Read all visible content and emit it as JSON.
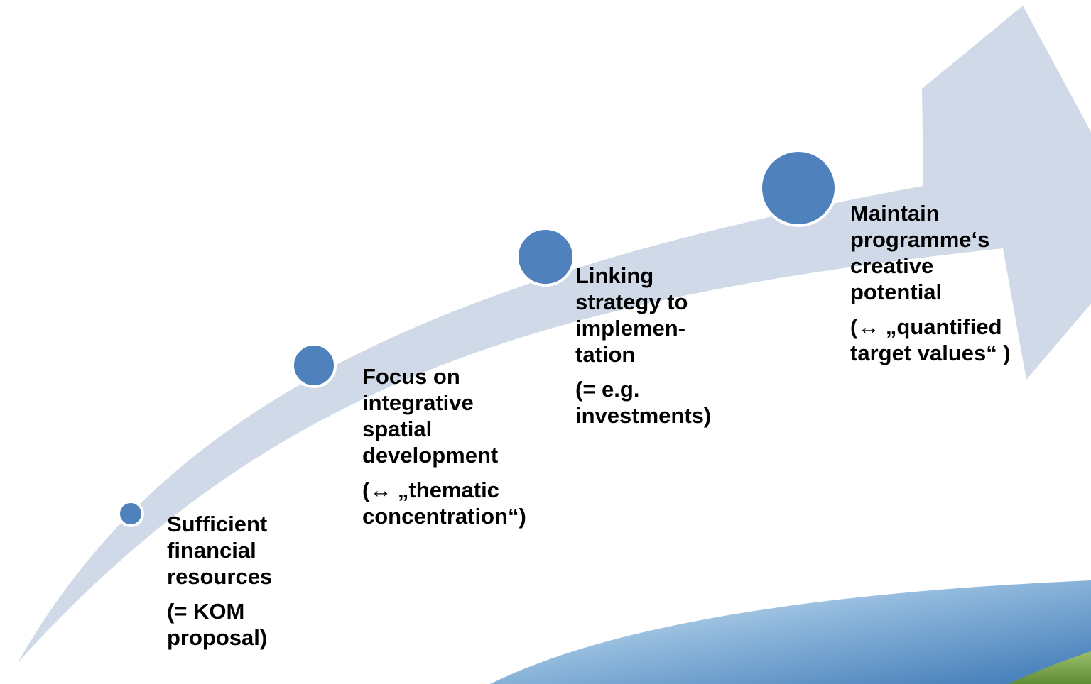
{
  "colors": {
    "arrow": "#d0d9e8",
    "dot_fill": "#4f81bd",
    "dot_border": "#ffffff",
    "sky_light": "#cfe3f3",
    "sky_dark": "#3f7fbf",
    "grass": "#7aa64a"
  },
  "steps": [
    {
      "title": "Sufficient\nfinancial\nresources",
      "note": "(= KOM\nproposal)"
    },
    {
      "title": "Focus on\nintegrative\nspatial\ndevelopment",
      "note": "(↔ „thematic\nconcentration“)"
    },
    {
      "title": "Linking\nstrategy to\nimplemen-\ntation",
      "note": "(= e.g.\ninvestments)"
    },
    {
      "title": "Maintain\nprogramme‘s\ncreative\npotential",
      "note": "(↔ „quantified\ntarget values“ )"
    }
  ]
}
